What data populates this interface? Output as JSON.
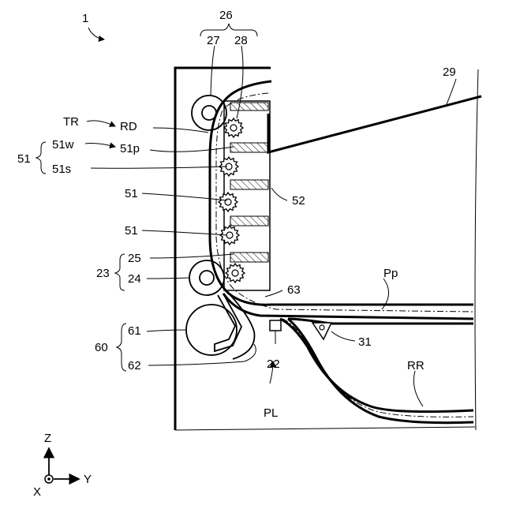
{
  "figure": {
    "labels": {
      "device": "1",
      "unit26": "26",
      "roller27": "27",
      "roller28": "28",
      "tray29": "29",
      "tr": "TR",
      "rd": "RD",
      "part51": "51",
      "part51w": "51w",
      "part51p": "51p",
      "part51s": "51s",
      "part51b": "51",
      "part51c": "51",
      "part52": "52",
      "part23": "23",
      "part25": "25",
      "part24": "24",
      "part63": "63",
      "pp": "Pp",
      "part60": "60",
      "part61": "61",
      "part62": "62",
      "part31": "31",
      "part22": "22",
      "rr": "RR",
      "pl": "PL",
      "axis_z": "Z",
      "axis_y": "Y",
      "axis_x": "X"
    }
  }
}
